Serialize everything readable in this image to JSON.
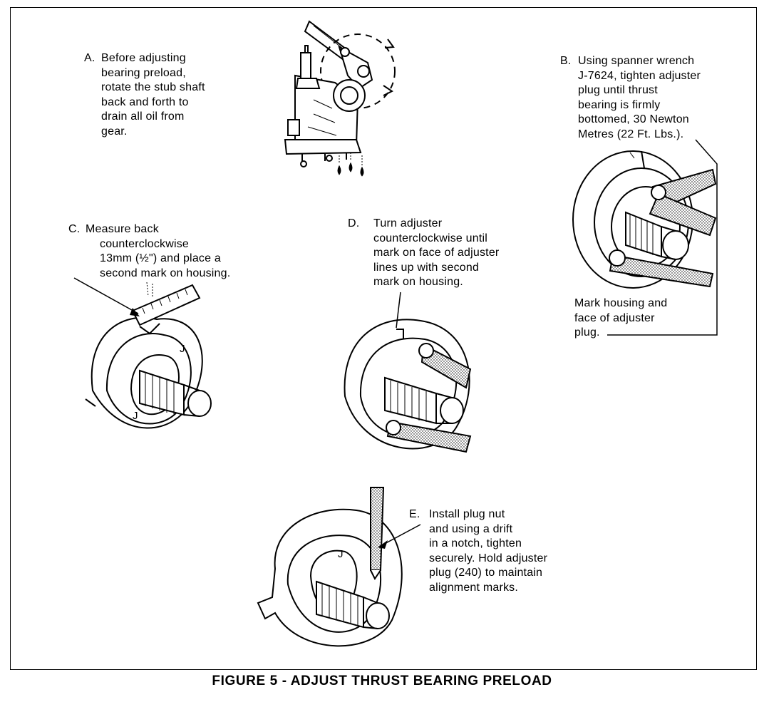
{
  "figure": {
    "caption": "FIGURE 5 - ADJUST THRUST BEARING PRELOAD"
  },
  "steps": [
    {
      "id": "A",
      "letter": "A.",
      "lines": [
        "Before adjusting",
        "bearing preload,",
        "rotate the stub shaft",
        "back and forth to",
        "drain all oil from",
        "gear."
      ]
    },
    {
      "id": "B",
      "letter": "B.",
      "lines": [
        "Using spanner wrench",
        "J-7624, tighten adjuster",
        "plug until thrust",
        "bearing is firmly",
        "bottomed, 30 Newton",
        "Metres (22 Ft. Lbs.)."
      ]
    },
    {
      "id": "C",
      "letter": "C.",
      "lines": [
        "Measure back",
        "counterclockwise",
        "13mm (½\") and place a",
        "second mark on housing."
      ]
    },
    {
      "id": "D",
      "letter": "D.",
      "lines": [
        "Turn adjuster",
        "counterclockwise until",
        "mark on face of adjuster",
        "lines up with second",
        "mark on housing."
      ]
    },
    {
      "id": "E",
      "letter": "E.",
      "lines": [
        "Install plug nut",
        "and using a drift",
        "in a notch, tighten",
        "securely. Hold adjuster",
        "plug (240) to maintain",
        "alignment marks."
      ]
    }
  ],
  "callouts": {
    "mark_note": [
      "Mark housing and",
      "face of adjuster",
      "plug."
    ]
  },
  "part_marks": [
    "J",
    "J",
    "J"
  ]
}
